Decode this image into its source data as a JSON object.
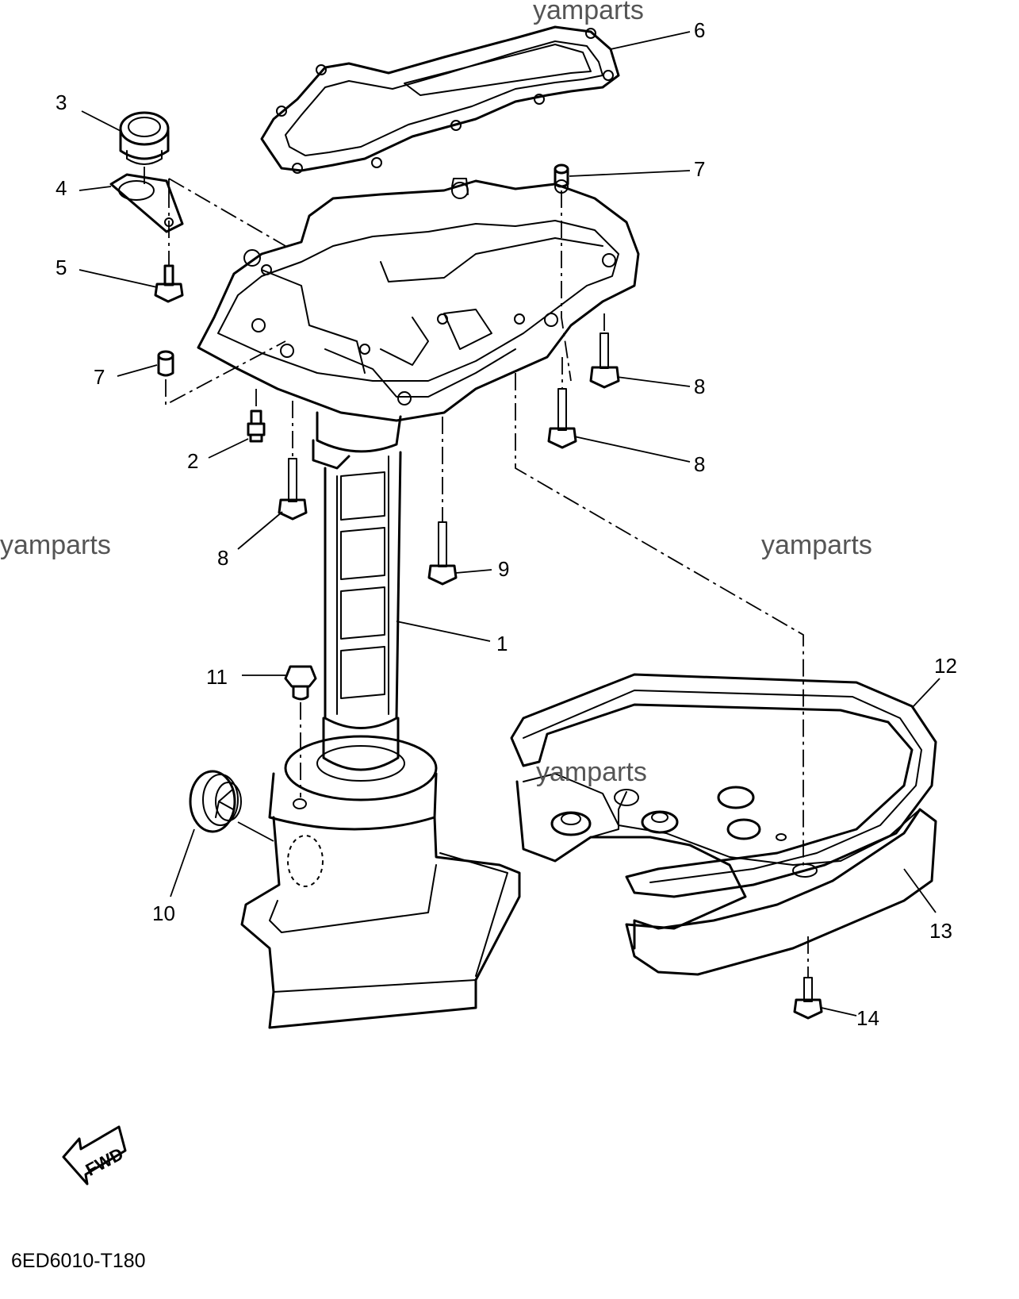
{
  "watermarks": {
    "top": "yamparts",
    "left": "yamparts",
    "right": "yamparts",
    "center": "yamparts"
  },
  "callouts": {
    "c1": "1",
    "c2": "2",
    "c3": "3",
    "c4": "4",
    "c5": "5",
    "c6": "6",
    "c7a": "7",
    "c7b": "7",
    "c8a": "8",
    "c8b": "8",
    "c8c": "8",
    "c9": "9",
    "c10": "10",
    "c11": "11",
    "c12": "12",
    "c13": "13",
    "c14": "14"
  },
  "direction_marker": {
    "label": "FWD"
  },
  "diagram_code": "6ED6010-T180"
}
